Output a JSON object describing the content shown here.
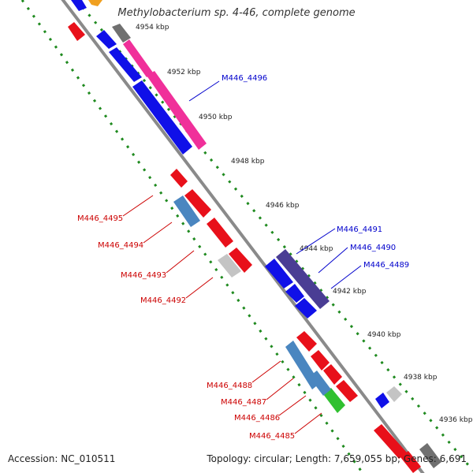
{
  "title": "Methylobacterium sp. 4-46, complete genome",
  "footer": {
    "accession": "Accession: NC_010511",
    "summary": "Topology: circular; Length: 7,659,055 bp; Genes: 6,691"
  },
  "colors": {
    "backbone": "#8a8a8a",
    "ticks": "#1f8a1f",
    "label_blue": "#0000cc",
    "label_red": "#cc0000",
    "gene_red": "#e8101a",
    "gene_blue": "#1010e8",
    "gene_pink": "#f0309a",
    "gene_indigo": "#4a3d94",
    "gene_steel": "#4a86c0",
    "gene_gray": "#c4c4c4",
    "gene_green": "#30c030",
    "gene_dark": "#707070",
    "gene_orange": "#f0a020"
  },
  "scale_labels": [
    "4954 kbp",
    "4952 kbp",
    "4950 kbp",
    "4948 kbp",
    "4946 kbp",
    "4944 kbp",
    "4942 kbp",
    "4940 kbp",
    "4938 kbp",
    "4936 kbp"
  ],
  "gene_labels": {
    "g4496": "M446_4496",
    "g4495": "M446_4495",
    "g4494": "M446_4494",
    "g4493": "M446_4493",
    "g4492": "M446_4492",
    "g4491": "M446_4491",
    "g4490": "M446_4490",
    "g4489": "M446_4489",
    "g4488": "M446_4488",
    "g4487": "M446_4487",
    "g4486": "M446_4486",
    "g4485": "M446_4485"
  }
}
